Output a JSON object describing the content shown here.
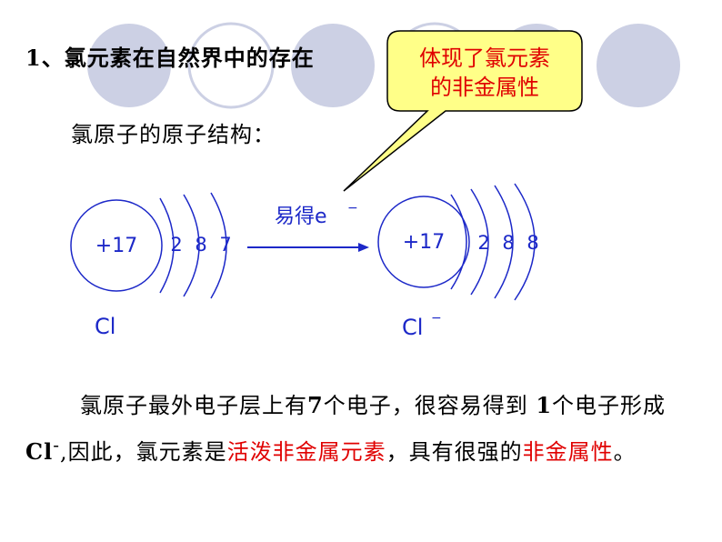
{
  "title": "1、氯元素在自然界中的存在",
  "callout": {
    "line1": "体现了氯元素",
    "line2": "的非金属性"
  },
  "subtitle": "氯原子的原子结构：",
  "atom": {
    "nucleus": "+17",
    "shells": [
      "2",
      "8",
      "7"
    ],
    "symbol": "Cl"
  },
  "reaction": {
    "label": "易得e",
    "charge": "−"
  },
  "ion": {
    "nucleus": "+17",
    "shells": [
      "2",
      "8",
      "8"
    ],
    "symbol": "Cl",
    "charge": "−"
  },
  "paragraph": {
    "p1": "氯原子最外电子层上有",
    "n7": "7",
    "p2": "个电子，很容易得到 ",
    "n1": "1",
    "p3": "个电子形成",
    "cl": "Cl",
    "sup": "-",
    "p4": ",因此，氯元素是",
    "red1": "活泼非金属元素",
    "p5": "，具有很强的",
    "red2": "非金属性",
    "p6": "。"
  },
  "colors": {
    "decor": "#ccd0e4",
    "accent_red": "#e00000",
    "callout_fill": "#ffff88",
    "diagram": "#1c28c8"
  }
}
